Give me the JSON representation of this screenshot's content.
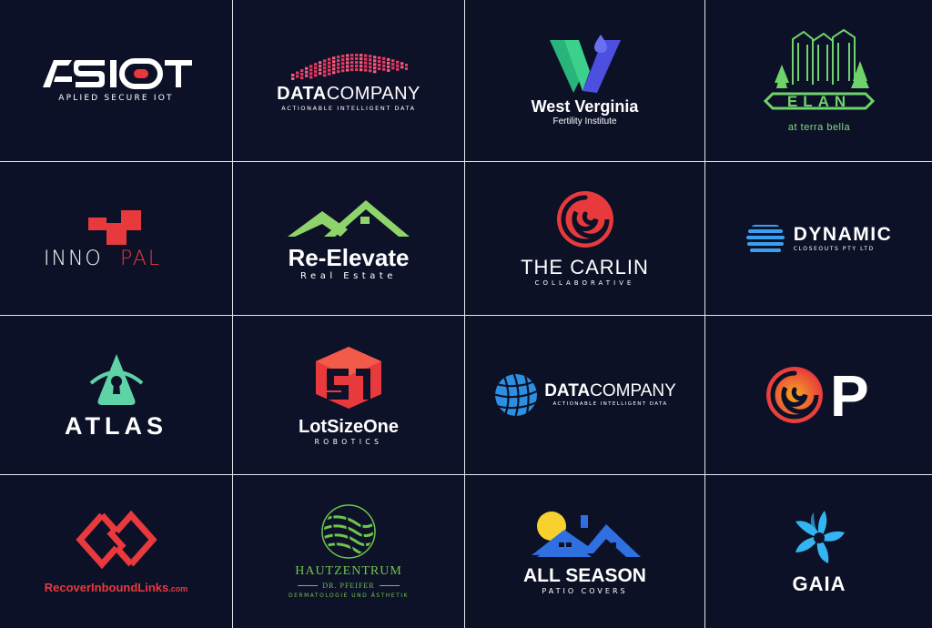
{
  "logos": {
    "asiot": {
      "name": "ASIOT",
      "tagline": "APLIED SECURE IOT"
    },
    "datacompany1": {
      "name_bold": "DATA",
      "name_light": "COMPANY",
      "tagline": "ACTIONABLE INTELLIGENT DATA"
    },
    "west_verginia": {
      "name": "West Verginia",
      "tagline": "Fertility Institute"
    },
    "elan": {
      "name": "ELAN",
      "tagline": "at terra bella"
    },
    "innopal": {
      "name_white": "INNO",
      "name_red": "PAL"
    },
    "re_elevate": {
      "name": "Re-Elevate",
      "tagline": "Real Estate"
    },
    "the_carlin": {
      "name": "THE CARLIN",
      "tagline": "COLLABORATIVE"
    },
    "dynamic": {
      "name": "DYNAMIC",
      "tagline": "CLOSEOUTS PTY LTD"
    },
    "atlas": {
      "name": "ATLAS"
    },
    "lotsizeone": {
      "name": "LotSizeOne",
      "tagline": "ROBOTICS"
    },
    "datacompany2": {
      "name_bold": "DATA",
      "name_light": "COMPANY",
      "tagline": "ACTIONABLE INTELLIGENT DATA"
    },
    "op": {
      "letter": "P"
    },
    "recoverinboundlinks": {
      "name": "RecoverInboundLinks",
      "suffix": ".com"
    },
    "hautzentrum": {
      "name": "HAUTZENTRUM",
      "subtitle": "DR. PFEIFER",
      "tagline": "DERMATOLOGIE UND ÄSTHETIK"
    },
    "all_season": {
      "name": "ALL SEASON",
      "tagline": "PATIO COVERS"
    },
    "gaia": {
      "name": "GAIA"
    }
  },
  "colors": {
    "background": "#0d1128",
    "divider": "#e3e6ec",
    "red": "#e8393d",
    "green": "#6fc44c",
    "blue": "#2d8fe0",
    "purple": "#4c4fe0",
    "yellow": "#f7d22e"
  }
}
